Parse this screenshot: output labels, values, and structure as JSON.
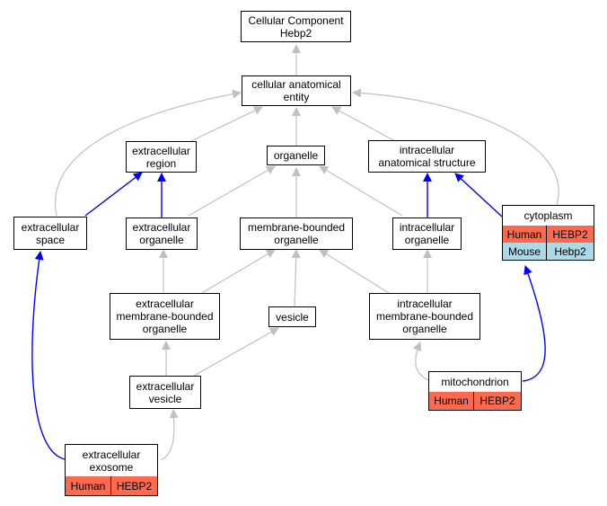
{
  "graph": {
    "colors": {
      "is_a_edge": "#c0c0c0",
      "annotated_edge": "#0000ff",
      "human": "#fa6a4e",
      "mouse": "#add8e6"
    },
    "nodes": {
      "root": "Cellular Component\nHebp2",
      "cae": "cellular anatomical\nentity",
      "exreg": "extracellular\nregion",
      "organelle": "organelle",
      "ias": "intracellular\nanatomical structure",
      "exspace": "extracellular\nspace",
      "exorg": "extracellular\norganelle",
      "mbo": "membrane-bounded\norganelle",
      "inorg": "intracellular\norganelle",
      "cytoplasm": "cytoplasm",
      "exmbo": "extracellular\nmembrane-bounded\norganelle",
      "vesicle": "vesicle",
      "inmbo": "intracellular\nmembrane-bounded\norganelle",
      "exves": "extracellular\nvesicle",
      "mito": "mitochondrion",
      "exosome": "extracellular\nexosome"
    },
    "annotations": {
      "cytoplasm": [
        {
          "species": "Human",
          "gene": "HEBP2"
        },
        {
          "species": "Mouse",
          "gene": "Hebp2"
        }
      ],
      "mito": [
        {
          "species": "Human",
          "gene": "HEBP2"
        }
      ],
      "exosome": [
        {
          "species": "Human",
          "gene": "HEBP2"
        }
      ]
    }
  }
}
